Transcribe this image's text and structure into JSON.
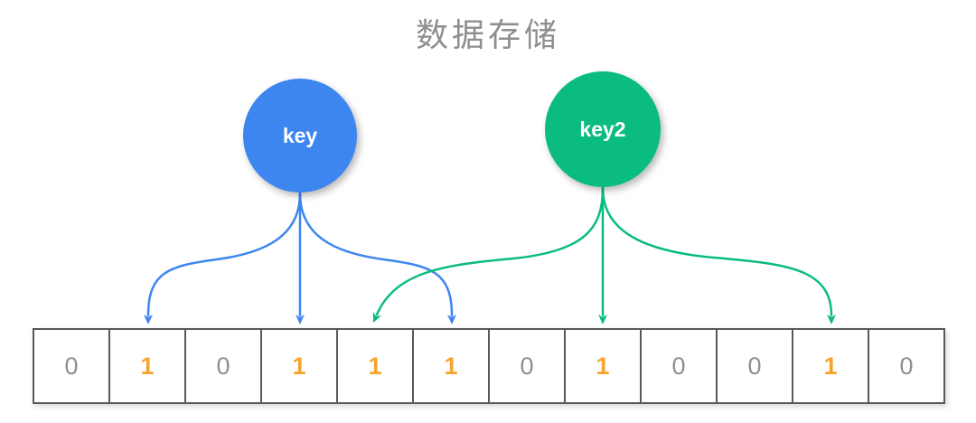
{
  "title": "数据存储",
  "keys": [
    {
      "label": "key",
      "color": "#3d86f0"
    },
    {
      "label": "key2",
      "color": "#0abc7e"
    }
  ],
  "colors": {
    "key1": "#3d86f0",
    "key2": "#0abc7e",
    "one": "#f5a42c",
    "zero": "#8f8f8f",
    "cell_border": "#595959",
    "title": "#8e8e8e"
  },
  "bit_array": {
    "cells": [
      "0",
      "1",
      "0",
      "1",
      "1",
      "1",
      "0",
      "1",
      "0",
      "0",
      "1",
      "0"
    ]
  },
  "mappings": [
    {
      "key": "key",
      "target_cells": [
        1,
        3,
        5
      ]
    },
    {
      "key": "key2",
      "target_cells": [
        4,
        7,
        10
      ]
    }
  ]
}
